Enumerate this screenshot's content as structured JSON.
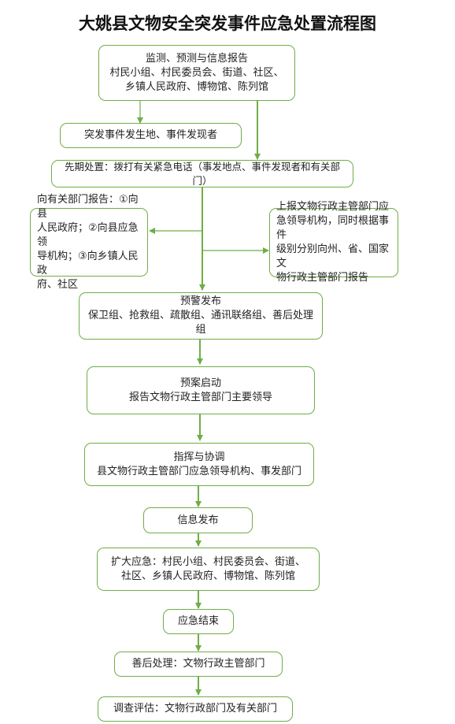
{
  "title": "大姚县文物安全突发事件应急处置流程图",
  "colors": {
    "border": "#70ad47",
    "arrow": "#70ad47",
    "text": "#222222"
  },
  "nodes": {
    "monitor": {
      "lines": [
        "监测、预测与信息报告",
        "村民小组、村民委员会、街道、社区、",
        "乡镇人民政府、博物馆、陈列馆"
      ]
    },
    "discoverer": {
      "lines": [
        "突发事件发生地、事件发现者"
      ]
    },
    "first_response": {
      "lines": [
        "先期处置：拨打有关紧急电话（事发地点、事件发现者和有关部门）"
      ]
    },
    "report_left": {
      "lines": [
        "向有关部门报告：①向县",
        "人民政府；②向县应急领",
        "导机构；③向乡镇人民政",
        "府、社区"
      ]
    },
    "report_right": {
      "lines": [
        "上报文物行政主管部门应",
        "急领导机构，同时根据事件",
        "级别分别向州、省、国家文",
        "物行政主管部门报告"
      ]
    },
    "warning": {
      "lines": [
        "预警发布",
        "保卫组、抢救组、疏散组、通讯联络组、善后处理组"
      ]
    },
    "plan_start": {
      "lines": [
        "预案启动",
        "报告文物行政主管部门主要领导"
      ]
    },
    "command": {
      "lines": [
        "指挥与协调",
        "县文物行政主管部门应急领导机构、事发部门"
      ]
    },
    "info_release": {
      "lines": [
        "信息发布"
      ]
    },
    "expand": {
      "lines": [
        "扩大应急：村民小组、村民委员会、街道、",
        "社区、乡镇人民政府、博物馆、陈列馆"
      ]
    },
    "end": {
      "lines": [
        "应急结束"
      ]
    },
    "aftermath": {
      "lines": [
        "善后处理：文物行政主管部门"
      ]
    },
    "evaluation": {
      "lines": [
        "调查评估：文物行政部门及有关部门"
      ]
    }
  }
}
